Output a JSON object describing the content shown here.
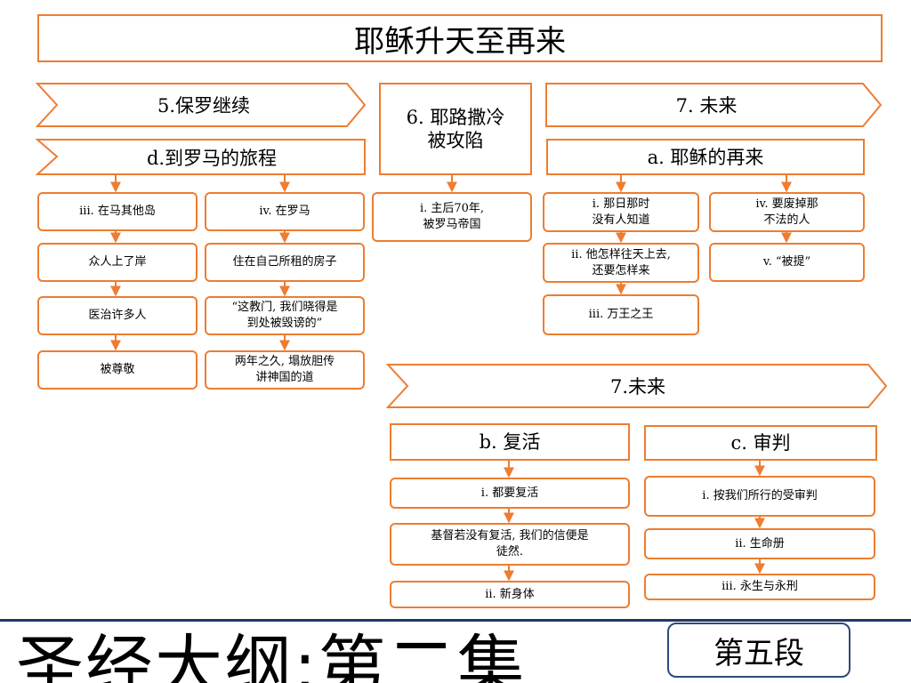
{
  "title": "耶稣升天至再来",
  "chevrons": [
    {
      "id": "paul",
      "label": "5.保罗继续"
    },
    {
      "id": "journey",
      "label": "d.到罗马的旅程"
    },
    {
      "id": "future-top",
      "label": "7. 未来"
    },
    {
      "id": "future-mid",
      "label": "7.未来"
    }
  ],
  "headers": {
    "fall": "6. 耶路撒冷\n被攻陷",
    "return": "a. 耶稣的再来",
    "resurrection": "b. 复活",
    "judgment": "c. 审判"
  },
  "col_malta": [
    "iii. 在马其他岛",
    "众人上了岸",
    "医治许多人",
    "被尊敬"
  ],
  "col_rome": [
    "iv. 在罗马",
    "住在自己所租的房子",
    "“这教门, 我们晓得是\n到处被毁谤的”",
    "两年之久, 塌放胆传\n讲神国的道"
  ],
  "col_fall": [
    "i.      主后70年,\n被罗马帝国"
  ],
  "col_return_a": [
    "i.      那日那时\n没有人知道",
    "ii. 他怎样往天上去,\n还要怎样来",
    "iii. 万王之王"
  ],
  "col_return_b": [
    "iv. 要废掉那\n不法的人",
    "v. “被提”"
  ],
  "col_resurrection": [
    "i. 都要复活",
    "基督若没有复活, 我们的信便是\n徒然.",
    "ii. 新身体"
  ],
  "col_judgment": [
    "i. 按我们所行的受审判",
    "ii. 生命册",
    "iii. 永生与永刑"
  ],
  "footer": {
    "series_title": "圣经大纲:第二集",
    "section_label": "第五段"
  },
  "colors": {
    "accent": "#ED7D31",
    "rule": "#1F3864"
  }
}
